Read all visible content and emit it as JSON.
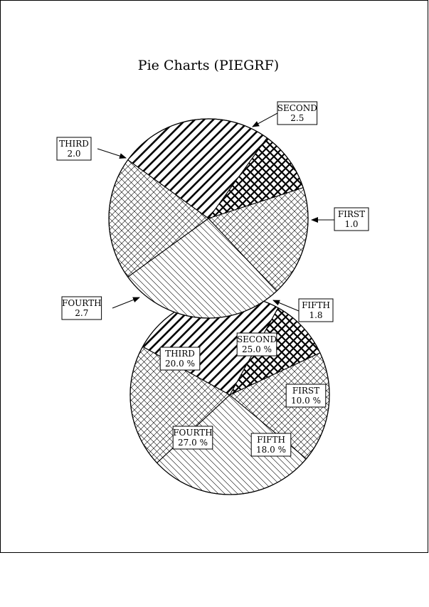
{
  "chart_data": [
    {
      "type": "pie",
      "title": "Pie Charts (PIEGRF)",
      "labels": [
        "FIRST",
        "SECOND",
        "THIRD",
        "FOURTH",
        "FIFTH"
      ],
      "values": [
        1.0,
        2.5,
        2.0,
        2.7,
        1.8
      ],
      "value_labels": [
        "1.0",
        "2.5",
        "2.0",
        "2.7",
        "1.8"
      ],
      "label_style": "external boxed labels with arrows",
      "fill_patterns": [
        "bold cross-hatch",
        "bold diagonal",
        "fine cross-hatch",
        "fine back-diagonal",
        "fine cross-hatch"
      ]
    },
    {
      "type": "pie",
      "labels": [
        "FIRST",
        "SECOND",
        "THIRD",
        "FOURTH",
        "FIFTH"
      ],
      "values": [
        10.0,
        25.0,
        20.0,
        27.0,
        18.0
      ],
      "value_labels": [
        "10.0 %",
        "25.0 %",
        "20.0 %",
        "27.0 %",
        "18.0 %"
      ],
      "label_style": "internal boxed labels",
      "fill_patterns": [
        "bold cross-hatch",
        "bold diagonal",
        "fine cross-hatch",
        "fine back-diagonal",
        "fine cross-hatch"
      ]
    }
  ]
}
